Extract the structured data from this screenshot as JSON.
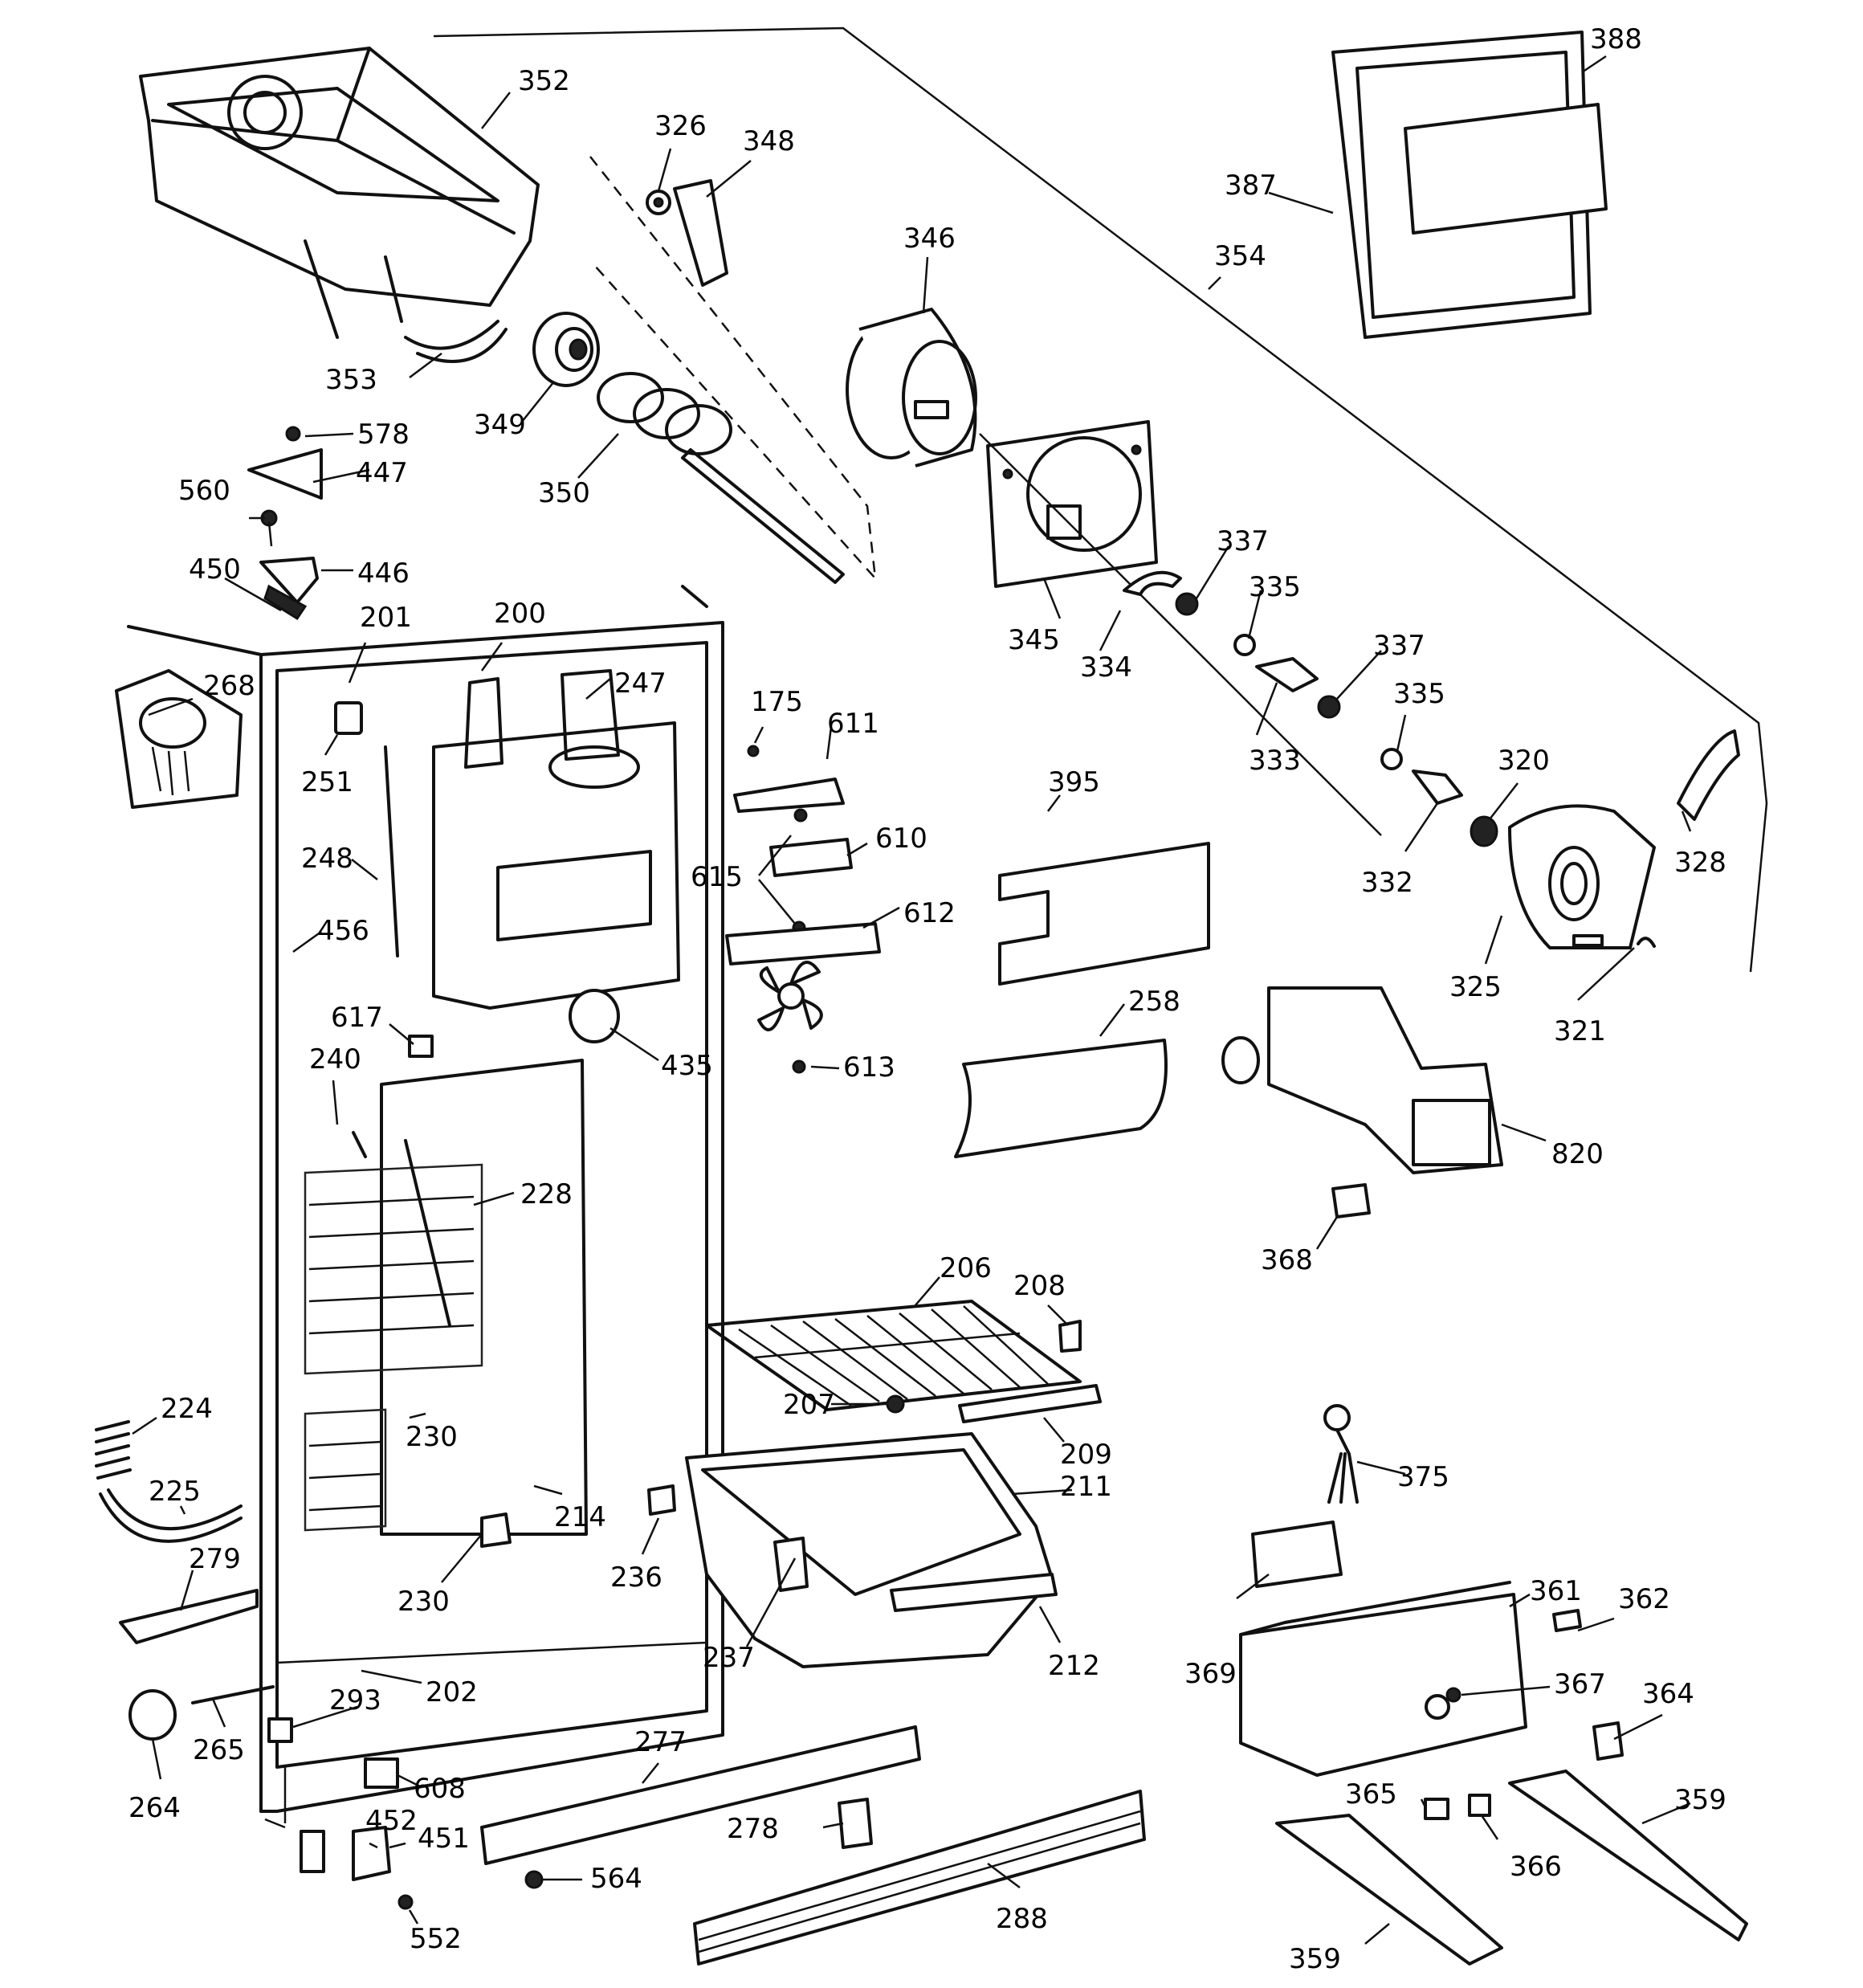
{
  "diagram": {
    "callouts": [
      "352",
      "326",
      "348",
      "346",
      "388",
      "387",
      "354",
      "353",
      "349",
      "350",
      "578",
      "447",
      "560",
      "446",
      "450",
      "345",
      "337",
      "335",
      "334",
      "333",
      "337",
      "335",
      "320",
      "332",
      "328",
      "325",
      "321",
      "201",
      "200",
      "247",
      "268",
      "251",
      "175",
      "611",
      "610",
      "615",
      "612",
      "248",
      "456",
      "395",
      "617",
      "435",
      "613",
      "258",
      "240",
      "228",
      "820",
      "368",
      "206",
      "208",
      "224",
      "207",
      "209",
      "225",
      "230",
      "211",
      "375",
      "279",
      "214",
      "236",
      "230",
      "361",
      "362",
      "237",
      "212",
      "369",
      "202",
      "367",
      "293",
      "264",
      "265",
      "277",
      "364",
      "608",
      "278",
      "452",
      "451",
      "564",
      "359",
      "365",
      "366",
      "552",
      "288",
      "359"
    ]
  }
}
